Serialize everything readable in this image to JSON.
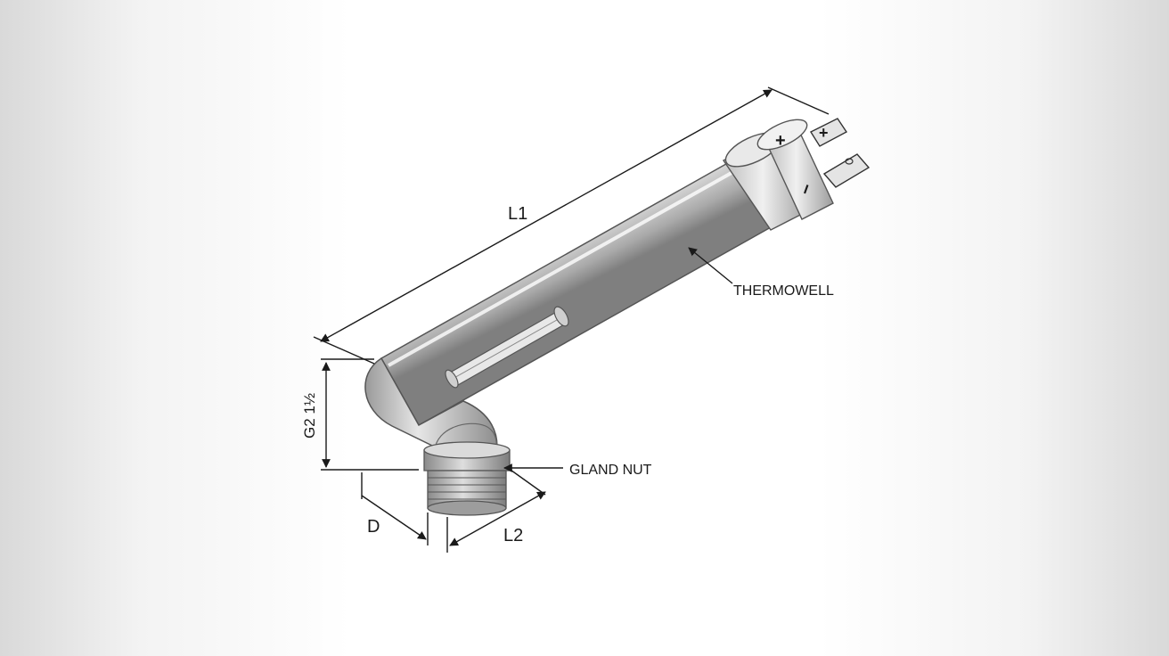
{
  "labels": {
    "l1": "L1",
    "thermowell": "THERMOWELL",
    "g_thread": "G2 1½",
    "gland_nut": "GLAND NUT",
    "d": "D",
    "l2": "L2",
    "plus_cap": "+",
    "minus_cap": "−",
    "plus_pin": "+"
  },
  "colors": {
    "metal_dark": "#8c8c8c",
    "metal_mid": "#c8c8c8",
    "metal_light": "#f2f2f2",
    "line": "#1a1a1a"
  }
}
